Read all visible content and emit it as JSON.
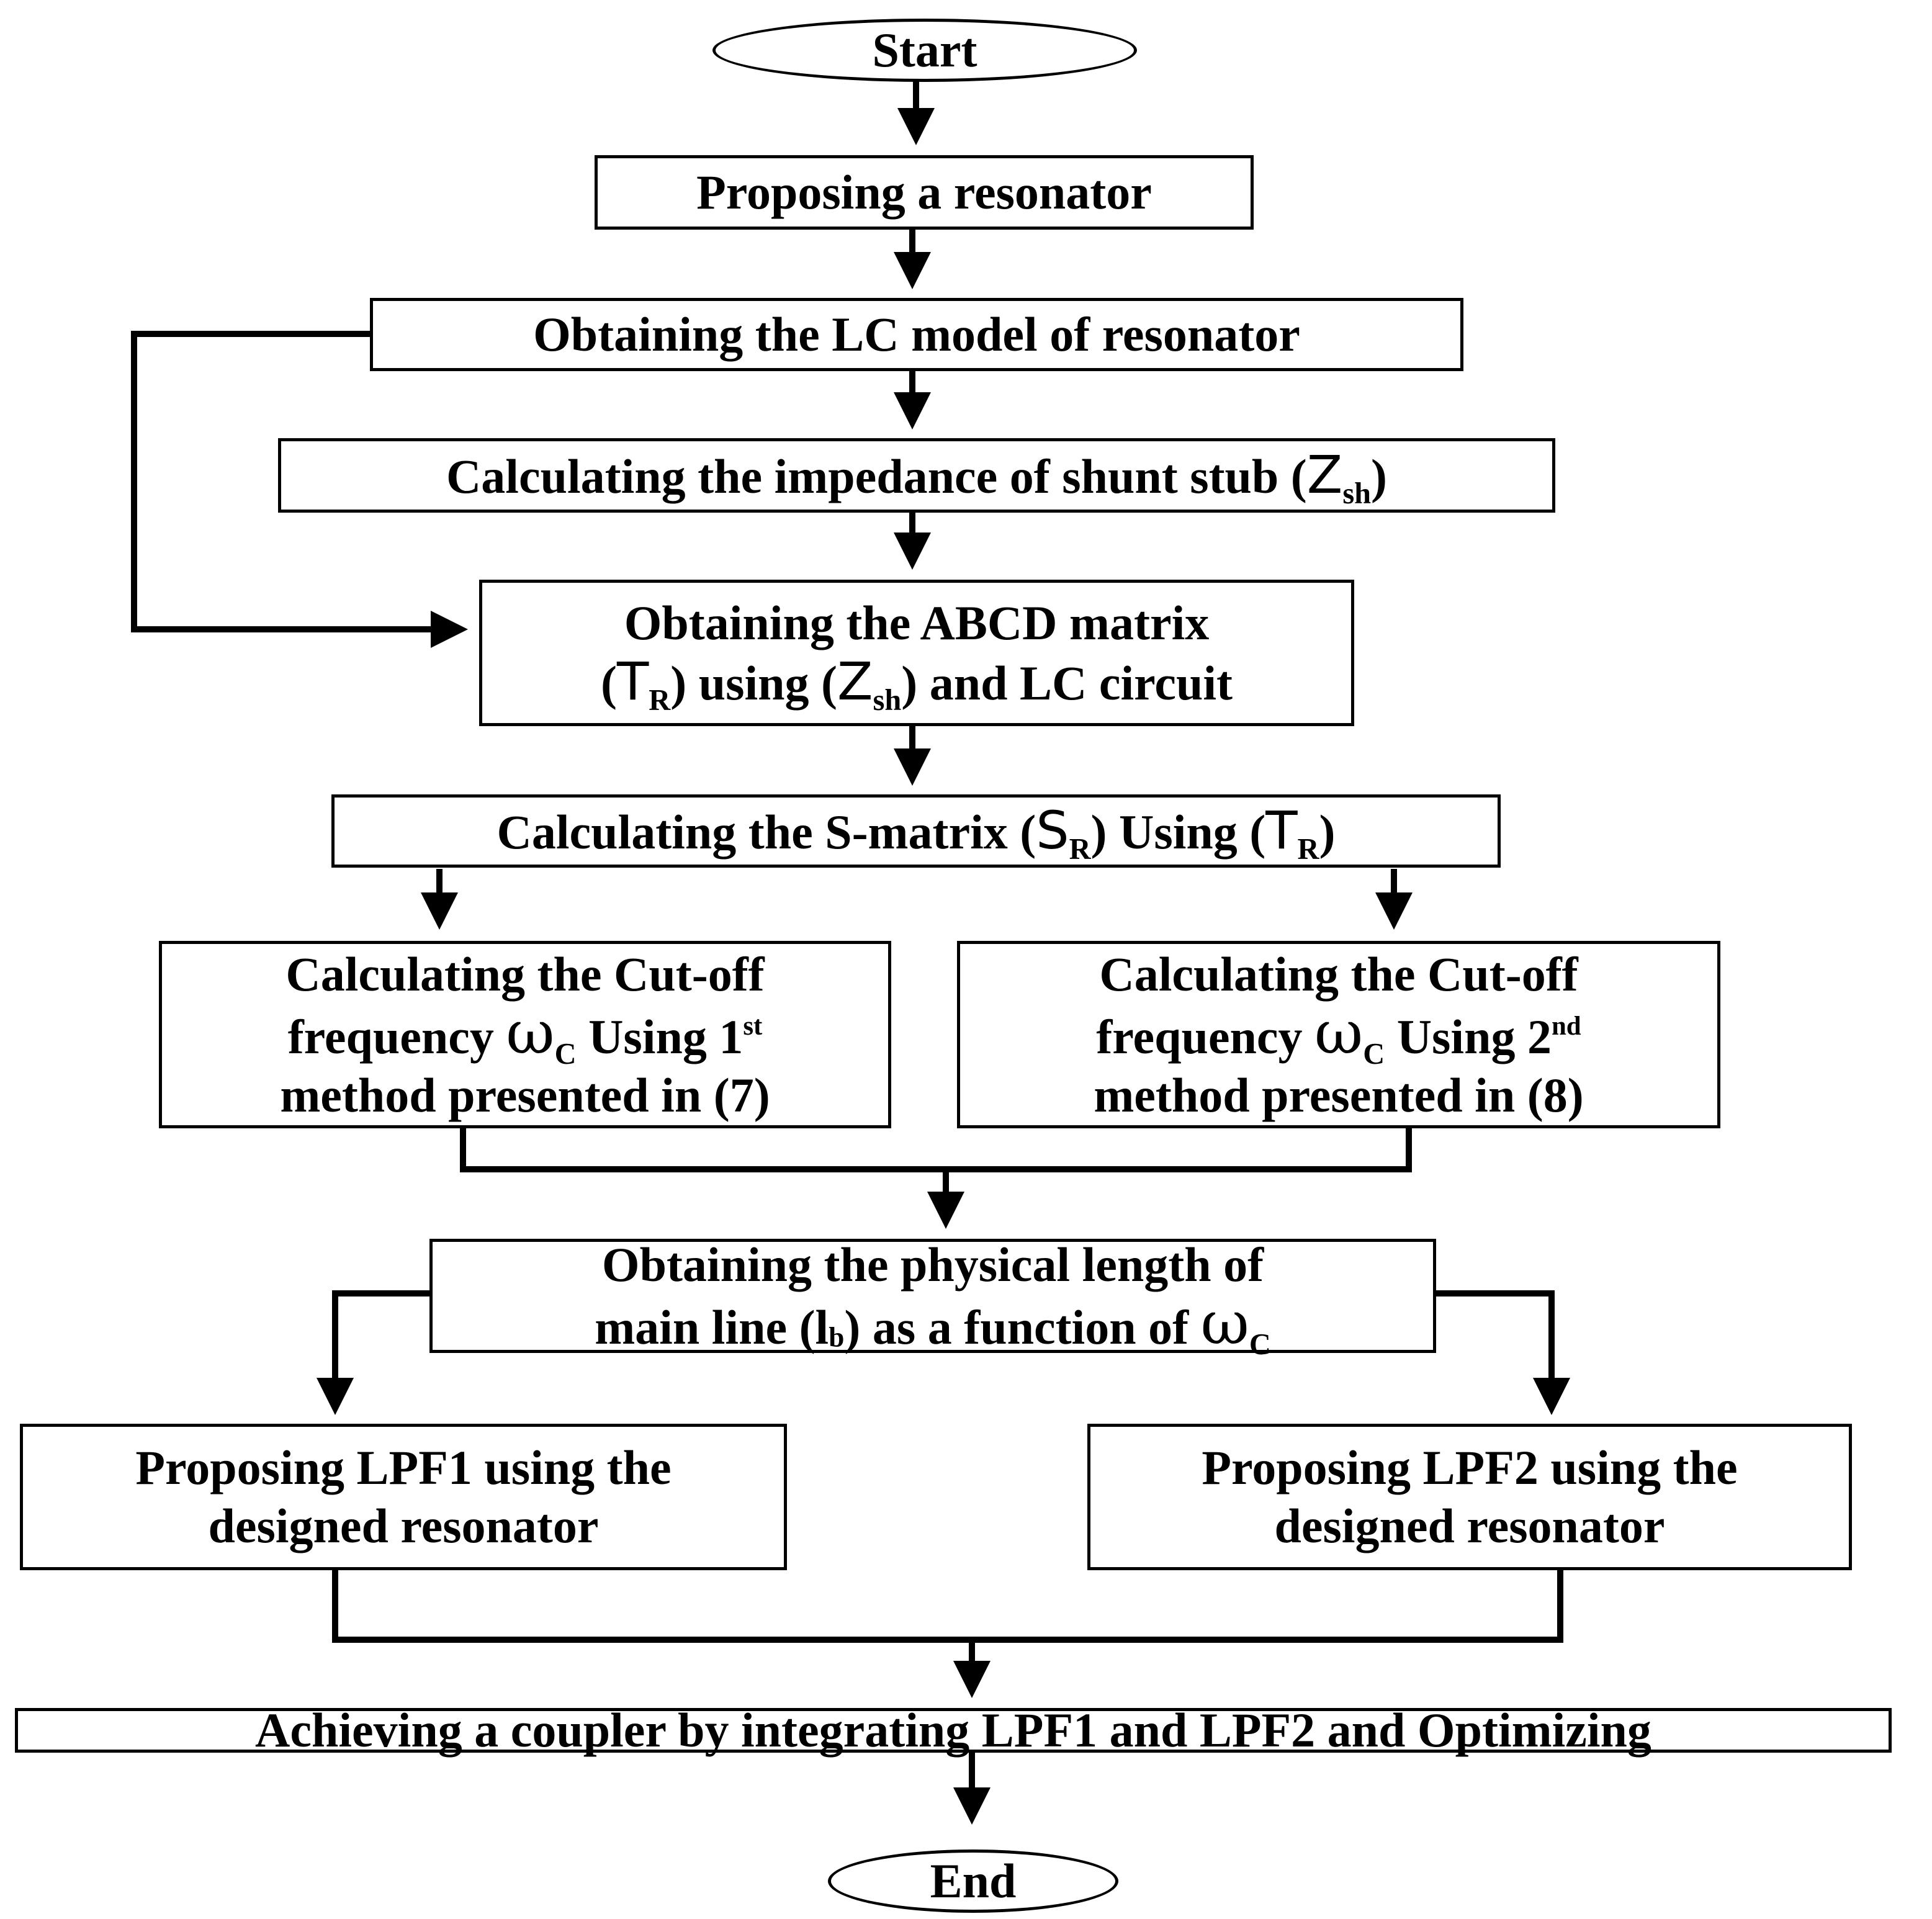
{
  "flowchart": {
    "start": "Start",
    "step1": "Proposing a resonator",
    "step2": "Obtaining the LC model of resonator",
    "step3": {
      "text": "Calculating the impedance of shunt stub (",
      "sym": "Z",
      "sub": "sh",
      "close": ")"
    },
    "step4": {
      "line1": "Obtaining the ABCD matrix",
      "open1": "(",
      "t": "T",
      "t_sub": "R",
      "mid": ") using (",
      "z": "Z",
      "z_sub": "sh",
      "end": ") and LC circuit"
    },
    "step5": {
      "text": "Calculating the S-matrix (",
      "s": "S",
      "s_sub": "R",
      "mid": ") Using (",
      "t": "T",
      "t_sub": "R",
      "close": ")"
    },
    "step6a": {
      "line1": "Calculating the Cut-off",
      "pre": "frequency ",
      "omega": "ω",
      "omega_sub": "C",
      "post": " Using 1",
      "sup": "st",
      "line3": "method presented in (7)"
    },
    "step6b": {
      "line1": "Calculating the Cut-off",
      "pre": "frequency ",
      "omega": "ω",
      "omega_sub": "C",
      "post": " Using 2",
      "sup": "nd",
      "line3": "method presented in (8)"
    },
    "step7": {
      "line1": "Obtaining the physical length of",
      "pre": "main line (l",
      "sub": "b",
      "post": ") as a function of ",
      "omega": "ω",
      "omega_sub": "C"
    },
    "step8a": {
      "line1": "Proposing LPF1 using the",
      "line2": "designed resonator"
    },
    "step8b": {
      "line1": "Proposing LPF2 using the",
      "line2": "designed resonator"
    },
    "step9": "Achieving a coupler by integrating LPF1 and LPF2 and Optimizing",
    "end": "End"
  }
}
